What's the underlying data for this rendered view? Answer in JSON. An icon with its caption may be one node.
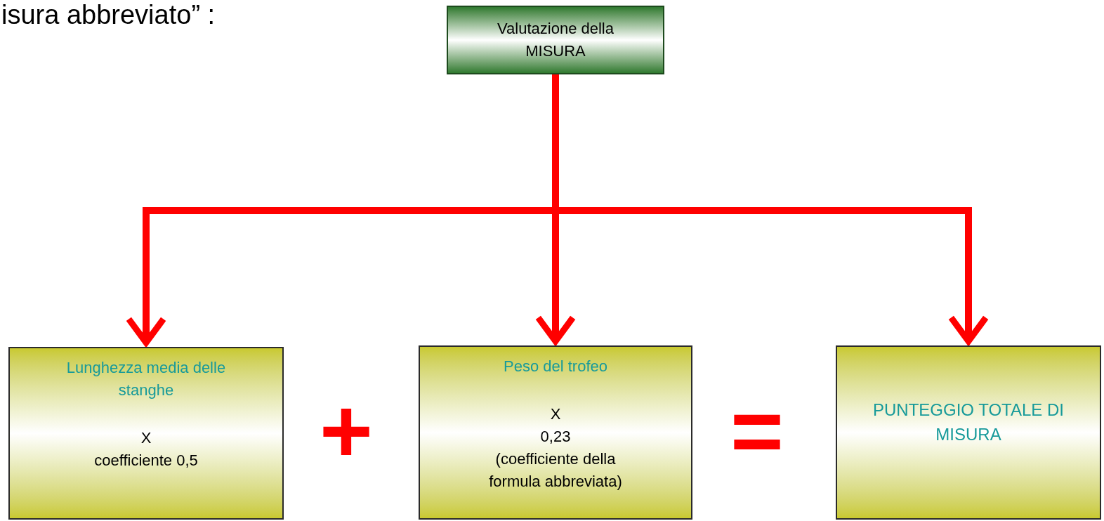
{
  "diagram": {
    "nodes": [
      {
        "text": [
          "Valutazione  della MISURA"
        ]
      },
      {
        "text": [
          "Lunghezza media delle stanghe",
          "X",
          "coefficiente 0,5"
        ]
      },
      {
        "text": [
          "Peso del trofeo",
          "X",
          "0,23",
          "(coefficiente della formula abbreviata)"
        ]
      },
      {
        "text": [
          "PUNTEGGIO TOTALE DI MISURA"
        ]
      }
    ],
    "edges": [
      {
        "from": 0,
        "to": 1,
        "arrow": "to"
      },
      {
        "from": 0,
        "to": 2,
        "arrow": "to"
      },
      {
        "from": 0,
        "to": 3,
        "arrow": "to"
      }
    ],
    "labels": [
      "isura abbreviato” :",
      "+",
      "="
    ]
  }
}
